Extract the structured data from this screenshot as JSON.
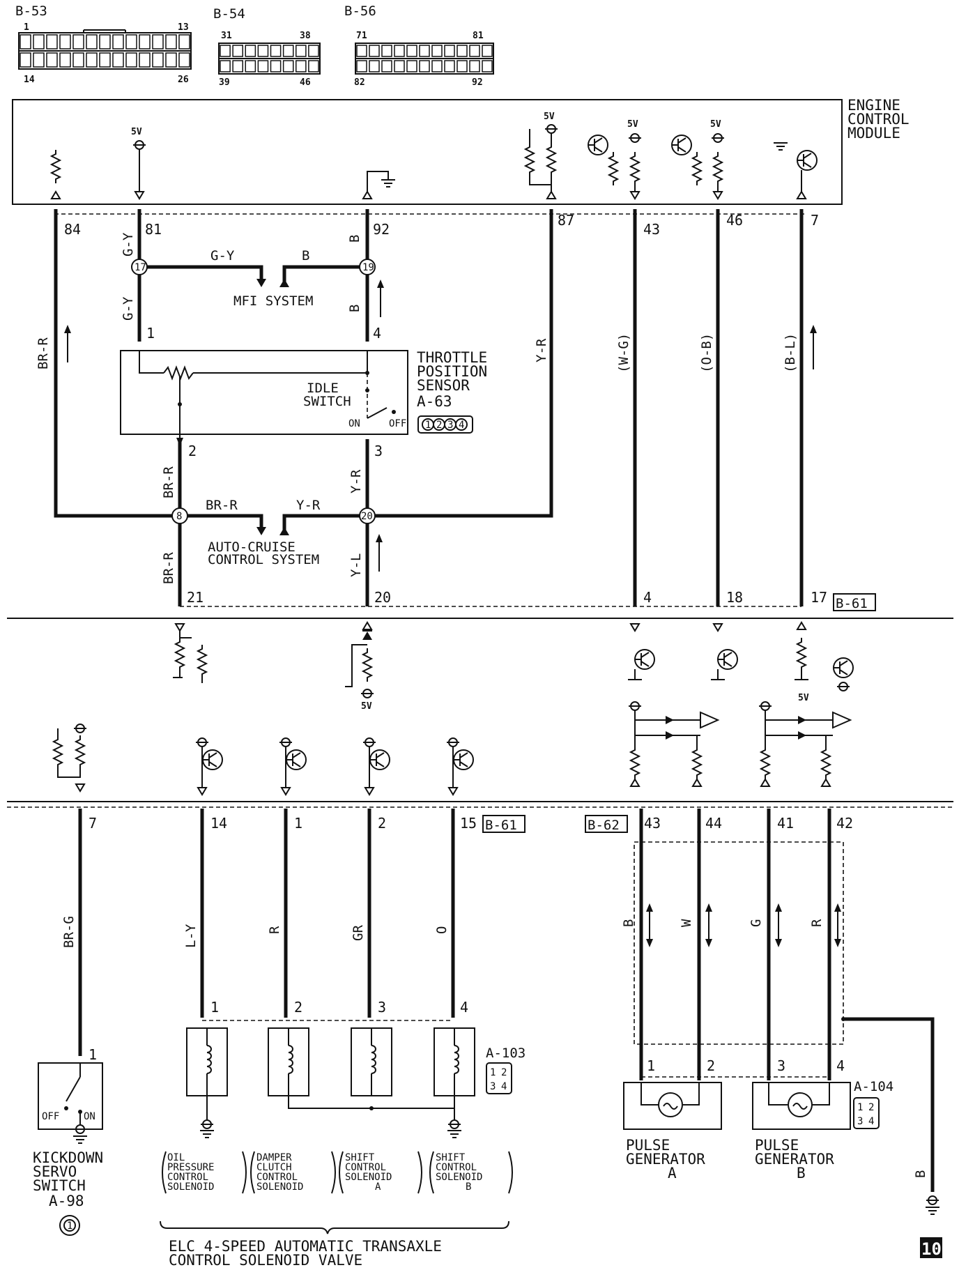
{
  "connectors_top": {
    "b53": {
      "name": "B-53",
      "p1": "1",
      "p13": "13",
      "p14": "14",
      "p26": "26"
    },
    "b54": {
      "name": "B-54",
      "p31": "31",
      "p38": "38",
      "p39": "39",
      "p46": "46"
    },
    "b56": {
      "name": "B-56",
      "p71": "71",
      "p81": "81",
      "p82": "82",
      "p92": "92"
    }
  },
  "ecm": {
    "line1": "ENGINE",
    "line2": "CONTROL",
    "line3": "MODULE",
    "v5": "5V"
  },
  "ecm_pins": [
    "84",
    "81",
    "92",
    "87",
    "43",
    "46",
    "7"
  ],
  "wire_colors": {
    "br_r": "BR-R",
    "g_y": "G-Y",
    "b": "B",
    "y_r": "Y-R",
    "w_g": "(W-G)",
    "o_b": "(O-B)",
    "b_l": "(B-L)",
    "y_l": "Y-L",
    "br_g": "BR-G",
    "l_y": "L-Y",
    "r": "R",
    "gr": "GR",
    "o": "O",
    "w": "W",
    "g": "G"
  },
  "junctions": {
    "j17": "17",
    "j19": "19",
    "j8": "8",
    "j20": "20"
  },
  "mfi": "MFI SYSTEM",
  "auto_cruise": {
    "line1": "AUTO-CRUISE",
    "line2": "CONTROL SYSTEM"
  },
  "tps": {
    "line1": "THROTTLE",
    "line2": "POSITION",
    "line3": "SENSOR",
    "code": "A-63",
    "idle1": "IDLE",
    "idle2": "SWITCH",
    "on": "ON",
    "off": "OFF",
    "pins": [
      "1",
      "4",
      "2",
      "3"
    ],
    "conn": [
      "1",
      "2",
      "3",
      "4"
    ]
  },
  "mid_pins": [
    "21",
    "20",
    "4",
    "18",
    "17"
  ],
  "b61": "B-61",
  "b62": "B-62",
  "lower_pins": [
    "7",
    "14",
    "1",
    "2",
    "15",
    "43",
    "44",
    "41",
    "42"
  ],
  "sol_pins": [
    "1",
    "2",
    "3",
    "4"
  ],
  "pg_pins": [
    "1",
    "2",
    "3",
    "4"
  ],
  "kickdown": {
    "pin": "1",
    "line1": "KICKDOWN",
    "line2": "SERVO",
    "line3": "SWITCH",
    "code": "A-98",
    "off": "OFF",
    "on": "ON",
    "conn": "1"
  },
  "solenoids": [
    {
      "l1": "OIL",
      "l2": "PRESSURE",
      "l3": "CONTROL",
      "l4": "SOLENOID"
    },
    {
      "l1": "DAMPER",
      "l2": "CLUTCH",
      "l3": "CONTROL",
      "l4": "SOLENOID"
    },
    {
      "l1": "SHIFT",
      "l2": "CONTROL",
      "l3": "SOLENOID",
      "l4": "A"
    },
    {
      "l1": "SHIFT",
      "l2": "CONTROL",
      "l3": "SOLENOID",
      "l4": "B"
    }
  ],
  "a103": {
    "code": "A-103",
    "conn": [
      "1",
      "2",
      "3",
      "4"
    ]
  },
  "a104": {
    "code": "A-104",
    "conn": [
      "1",
      "2",
      "3",
      "4"
    ]
  },
  "pulse_a": {
    "l1": "PULSE",
    "l2": "GENERATOR",
    "l3": "A"
  },
  "pulse_b": {
    "l1": "PULSE",
    "l2": "GENERATOR",
    "l3": "B"
  },
  "transaxle": {
    "line1": "ELC 4-SPEED AUTOMATIC TRANSAXLE",
    "line2": "CONTROL SOLENOID VALVE"
  },
  "ground_wire": "B",
  "page_ref": "10"
}
